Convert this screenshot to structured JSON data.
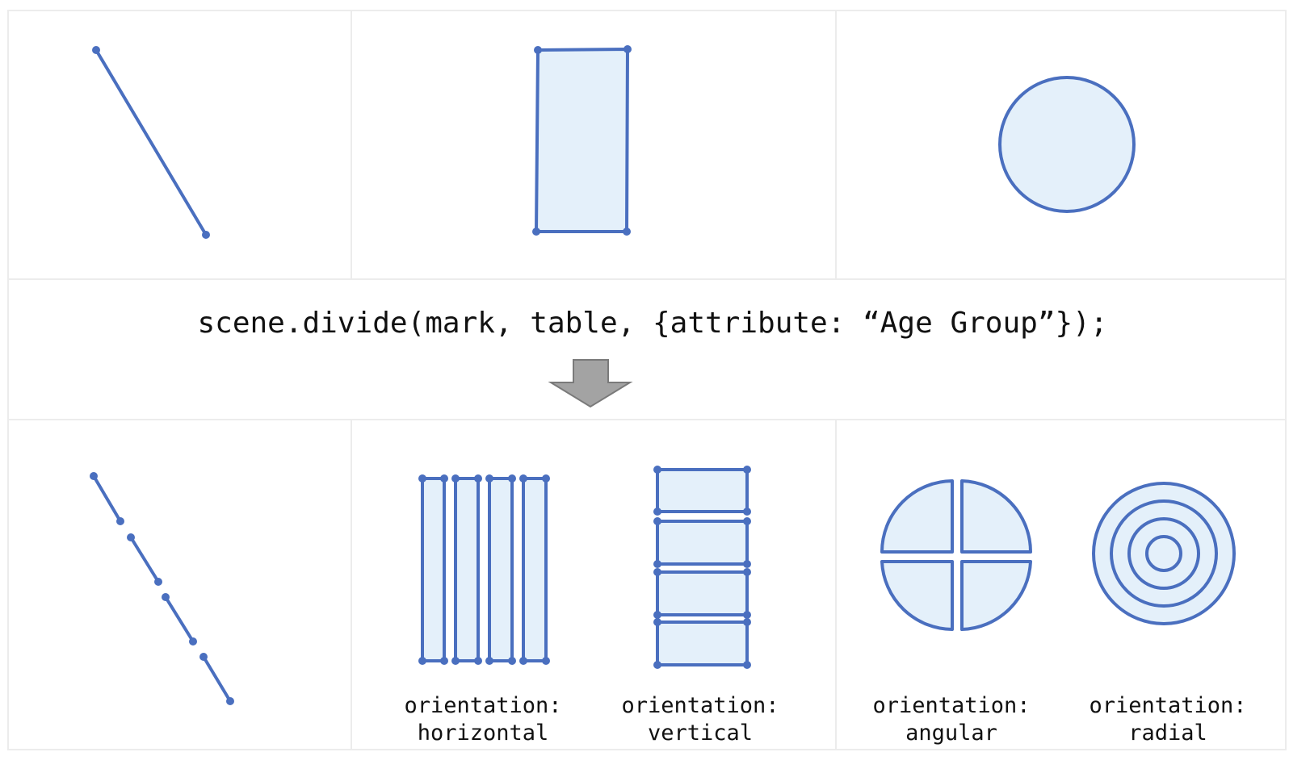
{
  "code": {
    "text": "scene.divide(mark, table, {attribute: “Age Group”});"
  },
  "labels": {
    "horizontal": [
      "orientation:",
      "horizontal"
    ],
    "vertical": [
      "orientation:",
      "vertical"
    ],
    "angular": [
      "orientation:",
      "angular"
    ],
    "radial": [
      "orientation:",
      "radial"
    ]
  },
  "colors": {
    "stroke": "#4a6fbf",
    "fill": "#e4f0fa",
    "arrow": "#a3a3a3",
    "grid": "#ececec"
  },
  "icons": {
    "transform": "down-arrow-icon"
  }
}
